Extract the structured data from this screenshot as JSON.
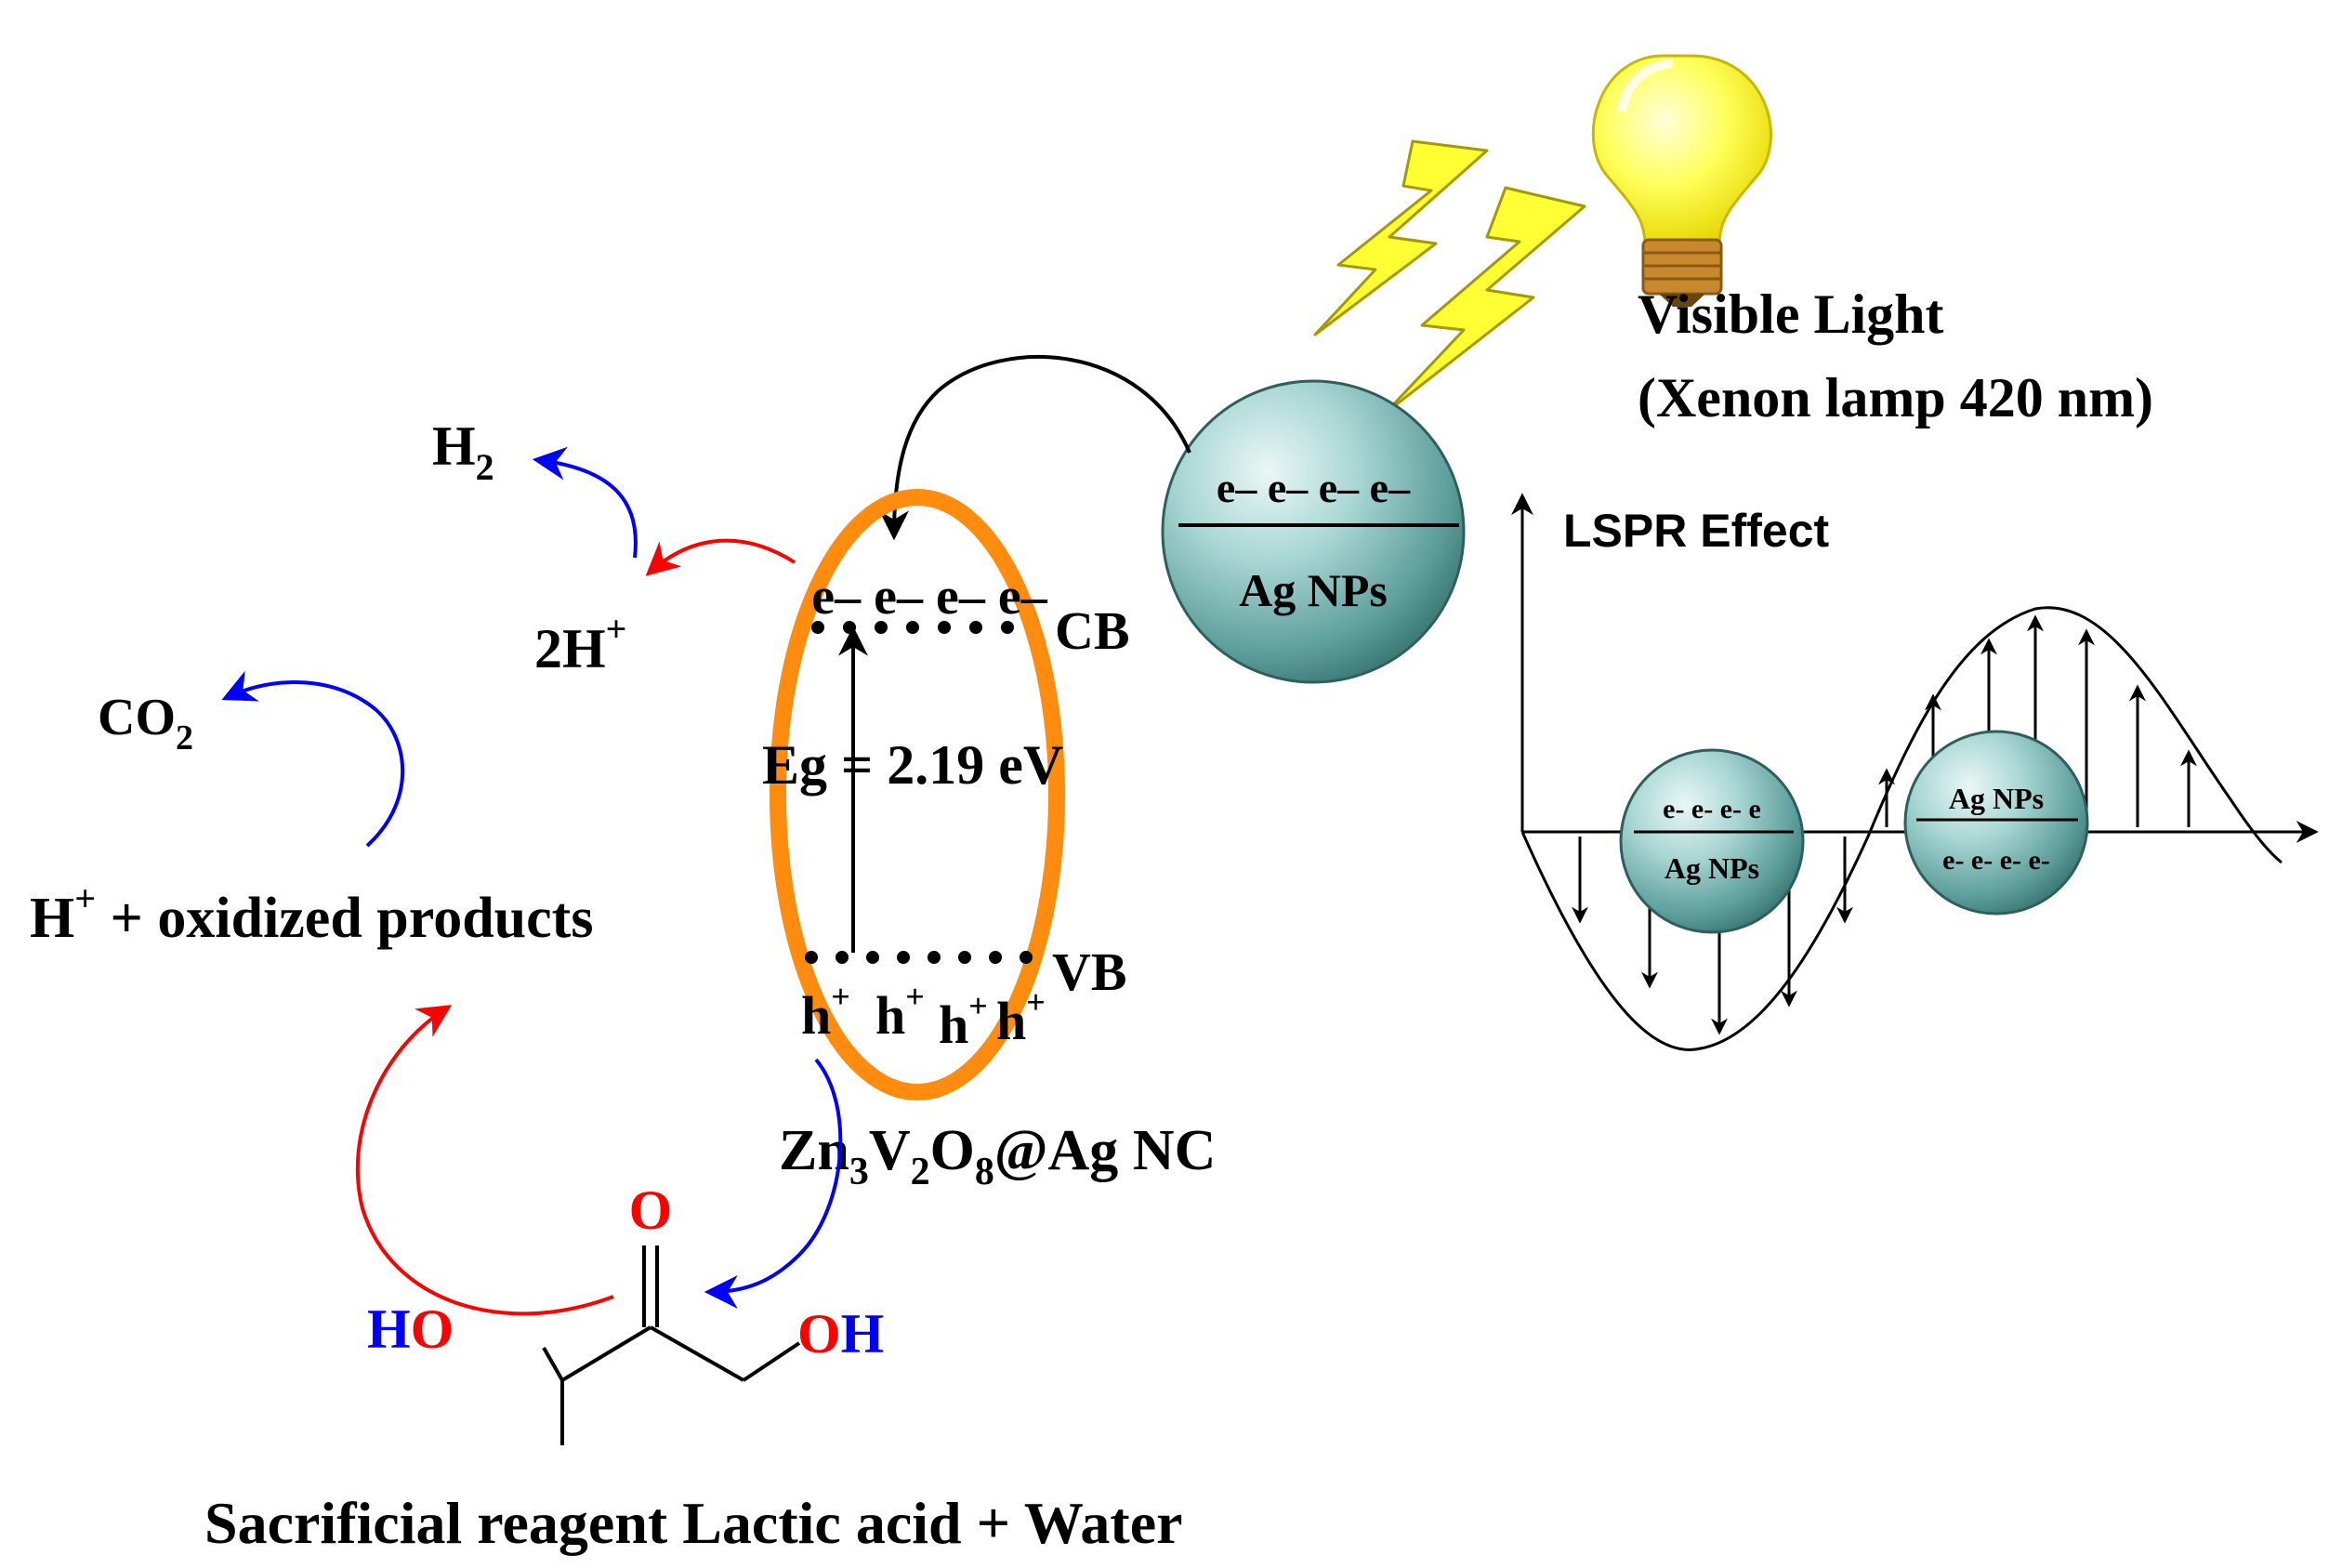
{
  "light": {
    "title": "Visible Light",
    "subtitle": "(Xenon lamp 420 nm)"
  },
  "ag_main": {
    "electrons": "e– e– e– e–",
    "label": "Ag NPs"
  },
  "semiconductor": {
    "cb_electrons": "e– e– e– e–",
    "cb_label": "CB",
    "vb_label": "VB",
    "bandgap": "Eg = 2.19 eV",
    "holes": [
      "h",
      "h",
      "h",
      "h"
    ],
    "hole_charge": "+",
    "name_parts": [
      "Zn",
      "3",
      "V",
      "2",
      "O",
      "8",
      "@Ag NC"
    ]
  },
  "products": {
    "h2": "H",
    "h2_sub": "2",
    "protons": "2H",
    "protons_sup": "+",
    "co2": "CO",
    "co2_sub": "2",
    "oxidized_h": "H",
    "oxidized_sup": "+",
    "oxidized_rest": " + oxidized products"
  },
  "molecule": {
    "carbonyl_o": "O",
    "ho_h": "H",
    "ho_o": "O",
    "oh_o": "O",
    "oh_h": "H"
  },
  "caption": "Sacrificial reagent Lactic acid + Water",
  "lspr": {
    "title": "LSPR Effect",
    "left_sphere_electrons": "e- e- e- e",
    "left_sphere_label": "Ag NPs",
    "right_sphere_label": "Ag NPs",
    "right_sphere_electrons": "e- e- e- e-"
  },
  "colors": {
    "orange_ring": "#ff8c0f",
    "red_arrow": "#ff0000",
    "blue_arrow": "#0000ff",
    "bolt_yellow": "#ffff33",
    "sphere_teal": "#8fc9c7"
  }
}
